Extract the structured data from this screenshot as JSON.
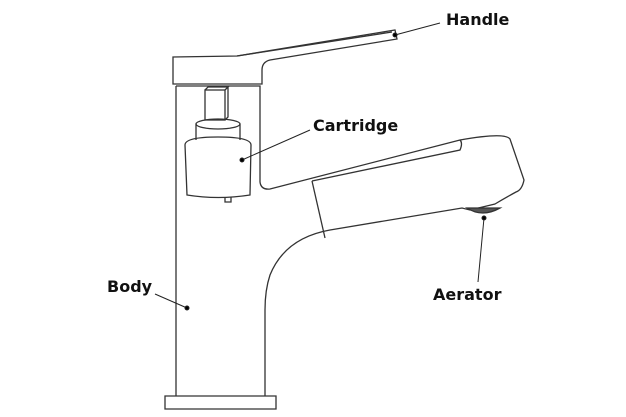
{
  "labels": {
    "handle": "Handle",
    "cartridge": "Cartridge",
    "body": "Body",
    "aerator": "Aerator"
  }
}
